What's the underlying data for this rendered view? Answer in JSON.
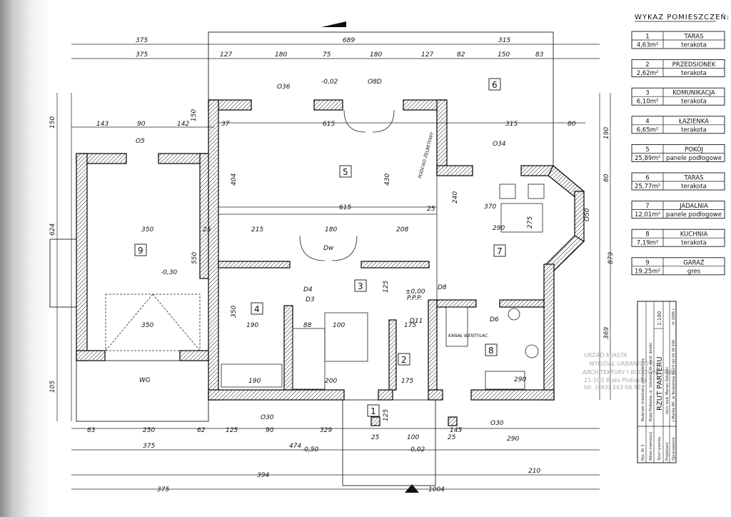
{
  "room_list": {
    "title": "WYKAZ POMIESZCZEŃ:",
    "rooms": [
      {
        "no": "1",
        "name": "TARAS",
        "area": "4,63m²",
        "floor": "terakota"
      },
      {
        "no": "2",
        "name": "PRZEDSIONEK",
        "area": "2,62m²",
        "floor": "terakota"
      },
      {
        "no": "3",
        "name": "KOMUNIKACJA",
        "area": "6,10m²",
        "floor": "terakota"
      },
      {
        "no": "4",
        "name": "ŁAZIENKA",
        "area": "6,65m²",
        "floor": "terakota"
      },
      {
        "no": "5",
        "name": "POKÓJ",
        "area": "25,89m²",
        "floor": "panele podłogowe"
      },
      {
        "no": "6",
        "name": "TARAS",
        "area": "25,77m²",
        "floor": "terakota"
      },
      {
        "no": "7",
        "name": "JADALNIA",
        "area": "12,01m²",
        "floor": "panele podłogowe"
      },
      {
        "no": "8",
        "name": "KUCHNIA",
        "area": "7,19m²",
        "floor": "terakota"
      },
      {
        "no": "9",
        "name": "GARAŻ",
        "area": "19,25m²",
        "floor": "gres"
      }
    ]
  },
  "title_block": {
    "labels": [
      "Rys. Nr 3",
      "Adres inwestycji",
      "Tytuł rysunku",
      "Projektant",
      "Opracowanie"
    ],
    "values": [
      "Budynek mieszkalny jednorodzinny",
      "Biała Podlaska, ul. Sokulska, Nr ewid. działki",
      "RZUT PARTERU",
      "tech. bud. Marian Sokulski",
      "J.Mańko BP, ul.Terebelska 43/23 tel.34 34 500"
    ],
    "scale": "1:100",
    "date": "IX 2006 r."
  },
  "stamp": [
    "URZĄD MIASTA",
    "WYDZIAŁ URBANISTYKI",
    "ARCHITEKTURY I BUDOWNICTWA",
    "21-500 Biała Podlaska",
    "tel. (083) 343 66 92"
  ],
  "plan": {
    "level_labels": [
      "-0,02",
      "-0,30",
      "±0,00",
      "-0,50",
      "-0,02"
    ],
    "level_sub": "P.P.P.",
    "tags": [
      "O36",
      "O8D",
      "O5",
      "O34",
      "Dw",
      "D3",
      "D4",
      "D6",
      "D11",
      "D8",
      "WG",
      "O30",
      "O30",
      "O50"
    ],
    "notes": [
      "PODCIĄG ŻELBETOWY",
      "KANAŁ WENTYLAC."
    ],
    "dims_top": [
      "689",
      "315",
      "375",
      "375",
      "127",
      "180",
      "75",
      "180",
      "127",
      "82",
      "150",
      "83"
    ],
    "dims_bottom": [
      "63",
      "250",
      "62",
      "125",
      "90",
      "329",
      "145",
      "290",
      "375",
      "474",
      "394",
      "210",
      "375",
      "1004"
    ],
    "dims_left": [
      "150",
      "624",
      "105"
    ],
    "dims_right": [
      "190",
      "80",
      "879",
      "369"
    ],
    "dims_inner": [
      "143",
      "90",
      "142",
      "150",
      "37",
      "615",
      "404",
      "430",
      "315",
      "80",
      "615",
      "350",
      "25",
      "215",
      "180",
      "208",
      "370",
      "290",
      "350",
      "550",
      "190",
      "88",
      "100",
      "175",
      "350",
      "190",
      "200",
      "175",
      "290",
      "25",
      "25",
      "100",
      "25",
      "125",
      "125",
      "240",
      "275"
    ]
  }
}
